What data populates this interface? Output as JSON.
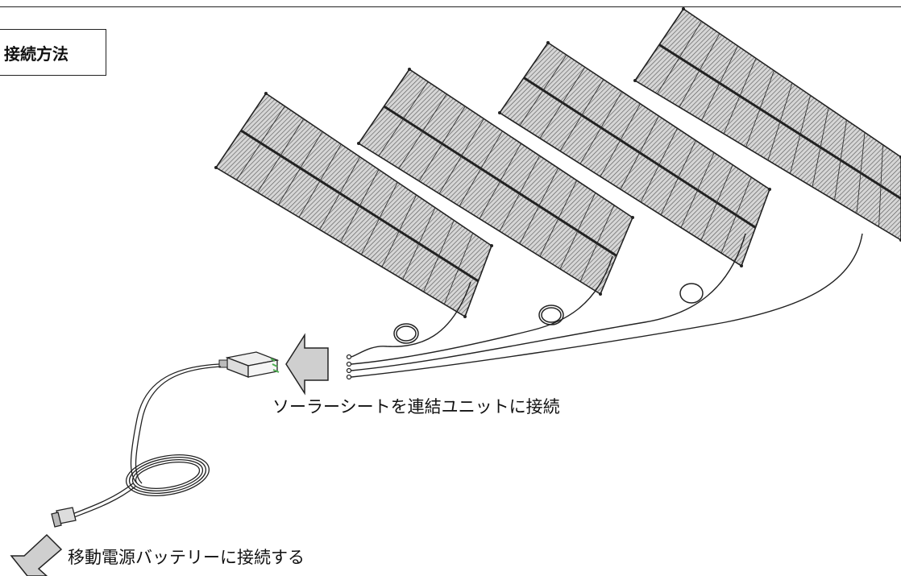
{
  "title": "接続方法",
  "captions": {
    "connect_unit": "ソーラーシートを連結ユニットに接続",
    "connect_battery": "移動電源バッテリーに接続する"
  },
  "colors": {
    "line": "#222222",
    "panel_fill": "#c7c7c7",
    "arrow_fill": "#cfcfcf",
    "accent_green": "#4caf50"
  },
  "panel_count": 4,
  "connector_count": 4
}
